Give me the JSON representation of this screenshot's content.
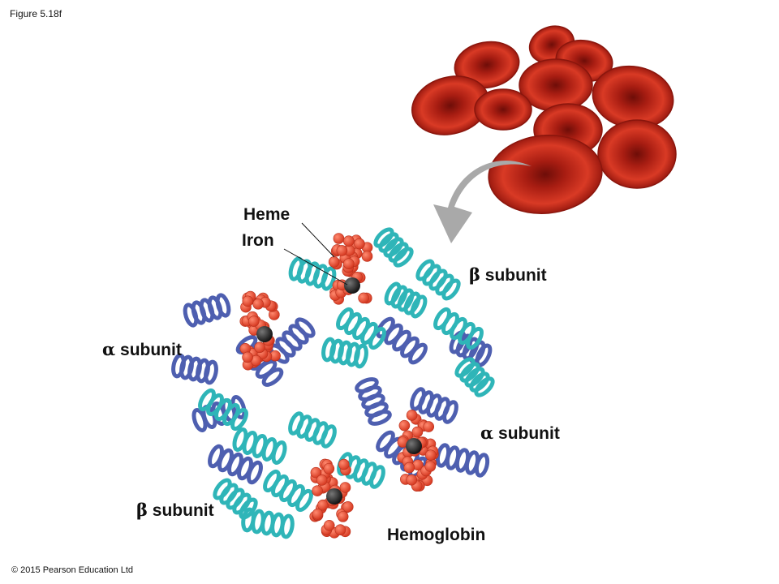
{
  "figure_label": "Figure 5.18f",
  "copyright": "© 2015 Pearson Education Ltd",
  "labels": {
    "heme": "Heme",
    "iron": "Iron",
    "beta_top": {
      "symbol": "β",
      "text": "subunit"
    },
    "alpha_left": {
      "symbol": "α",
      "text": "subunit"
    },
    "alpha_right": {
      "symbol": "α",
      "text": "subunit"
    },
    "beta_bottom": {
      "symbol": "β",
      "text": "subunit"
    },
    "title": "Hemoglobin"
  },
  "colors": {
    "alpha": "#4e5fb0",
    "beta": "#2fb5b8",
    "heme": "#e8452f",
    "iron": "#2a2a2a",
    "cell": "#c8281b",
    "arrow": "#a9a9a9"
  }
}
